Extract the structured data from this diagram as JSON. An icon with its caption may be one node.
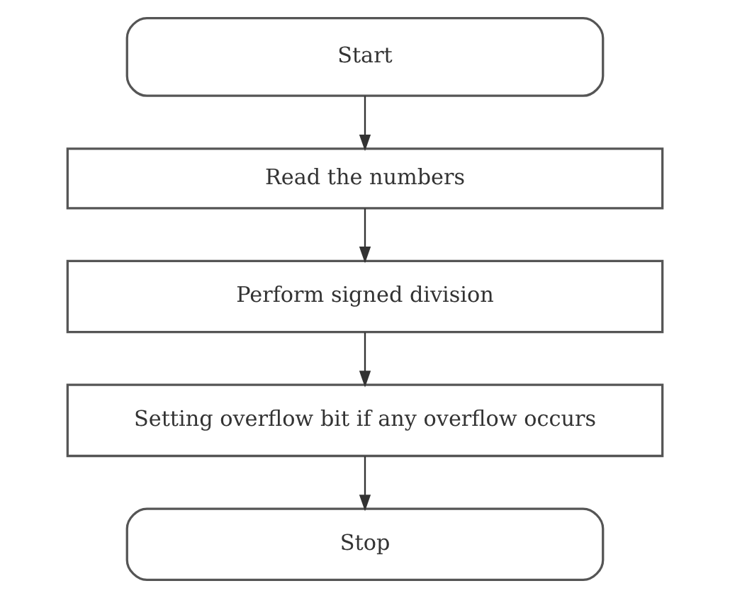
{
  "diagram": {
    "nodes": [
      {
        "text": [
          "Start"
        ]
      },
      {
        "text": [
          "Read the numbers"
        ]
      },
      {
        "text": [
          "Perform signed division"
        ]
      },
      {
        "text": [
          "Setting overflow bit if any overflow occurs"
        ]
      },
      {
        "text": [
          "Stop"
        ]
      }
    ],
    "edges": [
      {
        "from": 0,
        "to": 1,
        "arrow": "to"
      },
      {
        "from": 1,
        "to": 2,
        "arrow": "to"
      },
      {
        "from": 2,
        "to": 3,
        "arrow": "to"
      },
      {
        "from": 3,
        "to": 4,
        "arrow": "to"
      }
    ]
  }
}
